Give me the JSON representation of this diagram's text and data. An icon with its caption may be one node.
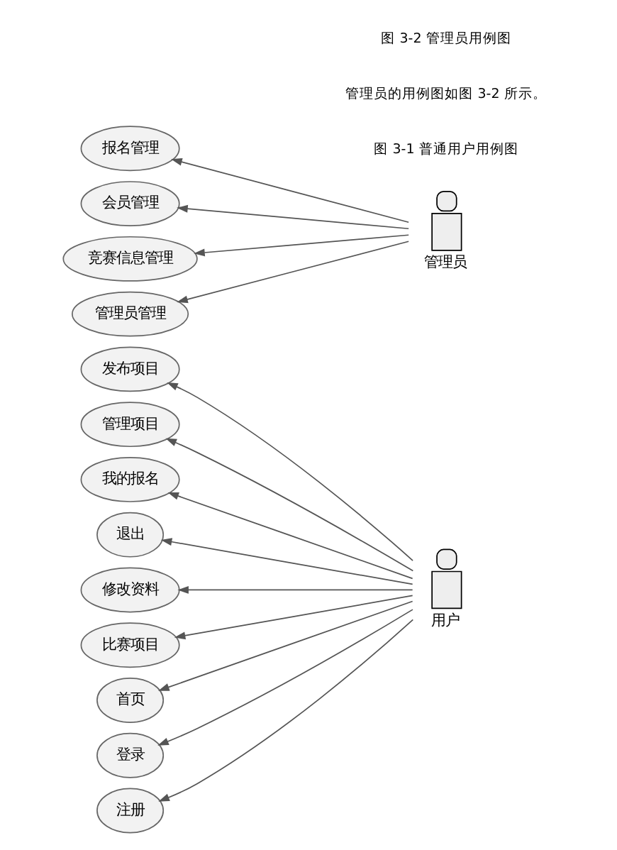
{
  "diagram": {
    "nodes": [
      {
        "text": [
          "用户"
        ]
      },
      {
        "text": [
          "发布项目"
        ]
      },
      {
        "text": [
          "管理项目"
        ]
      },
      {
        "text": [
          "我的报名"
        ]
      },
      {
        "text": [
          "退出"
        ]
      },
      {
        "text": [
          "修改资料"
        ]
      },
      {
        "text": [
          "比赛项目"
        ]
      },
      {
        "text": [
          "首页"
        ]
      },
      {
        "text": [
          "登录"
        ]
      },
      {
        "text": [
          "注册"
        ]
      },
      {
        "text": [
          "管理员"
        ]
      },
      {
        "text": [
          "报名管理"
        ]
      },
      {
        "text": [
          "会员管理"
        ]
      },
      {
        "text": [
          "竞赛信息管理"
        ]
      },
      {
        "text": [
          "管理员管理"
        ]
      }
    ],
    "edges": [
      {
        "from": 0,
        "to": 4,
        "arrow": "to"
      },
      {
        "from": 0,
        "to": 3,
        "arrow": "to"
      },
      {
        "from": 0,
        "to": 2,
        "arrow": "to"
      },
      {
        "from": 0,
        "to": 1,
        "arrow": "to"
      },
      {
        "from": 0,
        "to": 5,
        "arrow": "to"
      },
      {
        "from": 0,
        "to": 6,
        "arrow": "to"
      },
      {
        "from": 0,
        "to": 7,
        "arrow": "to"
      },
      {
        "from": 0,
        "to": 8,
        "arrow": "to"
      },
      {
        "from": 0,
        "to": 9,
        "arrow": "to"
      },
      {
        "from": 10,
        "to": 11,
        "arrow": "to"
      },
      {
        "from": 10,
        "to": 12,
        "arrow": "to"
      },
      {
        "from": 10,
        "to": 13,
        "arrow": "to"
      },
      {
        "from": 10,
        "to": 14,
        "arrow": "to"
      }
    ],
    "labels": [
      "图 3-1 普通用户用例图",
      "管理员的用例图如图 3-2 所示。",
      "图 3-2 管理员用例图"
    ]
  }
}
